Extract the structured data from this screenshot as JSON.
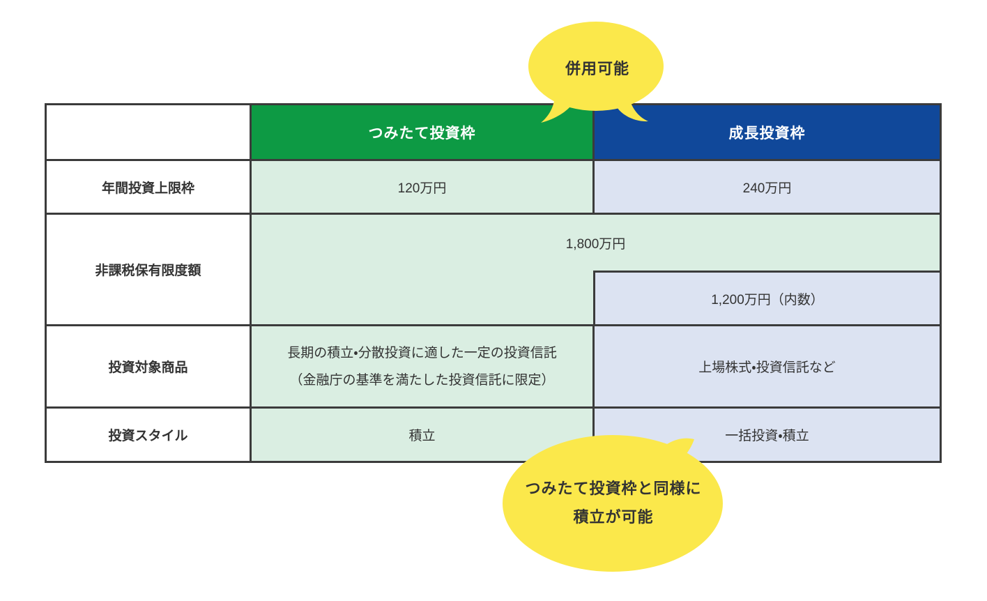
{
  "colors": {
    "header_green": "#0d9a44",
    "header_blue": "#10489a",
    "cell_light_green": "#daeee2",
    "cell_light_blue": "#dce3f2",
    "bubble_yellow": "#fbe84b",
    "border_dark": "#3b3b3b",
    "text_dark": "#333333",
    "header_text": "#ffffff"
  },
  "callouts": {
    "top": {
      "text": "併用可能"
    },
    "bottom": {
      "line1": "つみたて投資枠と同様に",
      "line2": "積立が可能"
    }
  },
  "table": {
    "columns": [
      {
        "label": ""
      },
      {
        "label": "つみたて投資枠"
      },
      {
        "label": "成長投資枠"
      }
    ],
    "rows": [
      {
        "header": "年間投資上限枠",
        "tsumitate": "120万円",
        "growth": "240万円"
      },
      {
        "header": "非課税保有限度額",
        "combined": "1,800万円",
        "growth_inner": "1,200万円（内数）"
      },
      {
        "header": "投資対象商品",
        "tsumitate_line1": "長期の積立・分散投資に適した一定の投資信託",
        "tsumitate_line2": "（金融庁の基準を満たした投資信託に限定）",
        "growth": "上場株式・投資信託など"
      },
      {
        "header": "投資スタイル",
        "tsumitate": "積立",
        "growth": "一括投資・積立"
      }
    ]
  },
  "chart_data": {
    "type": "table",
    "title": "NISA つみたて投資枠・成長投資枠 比較表",
    "columns": [
      "",
      "つみたて投資枠",
      "成長投資枠"
    ],
    "rows": [
      [
        "年間投資上限枠",
        "120万円",
        "240万円"
      ],
      [
        "非課税保有限度額",
        "1,800万円",
        "1,200万円（内数）"
      ],
      [
        "投資対象商品",
        "長期の積立・分散投資に適した一定の投資信託（金融庁の基準を満たした投資信託に限定）",
        "上場株式・投資信託など"
      ],
      [
        "投資スタイル",
        "積立",
        "一括投資・積立"
      ]
    ],
    "annotations": [
      "併用可能",
      "つみたて投資枠と同様に積立が可能"
    ]
  }
}
